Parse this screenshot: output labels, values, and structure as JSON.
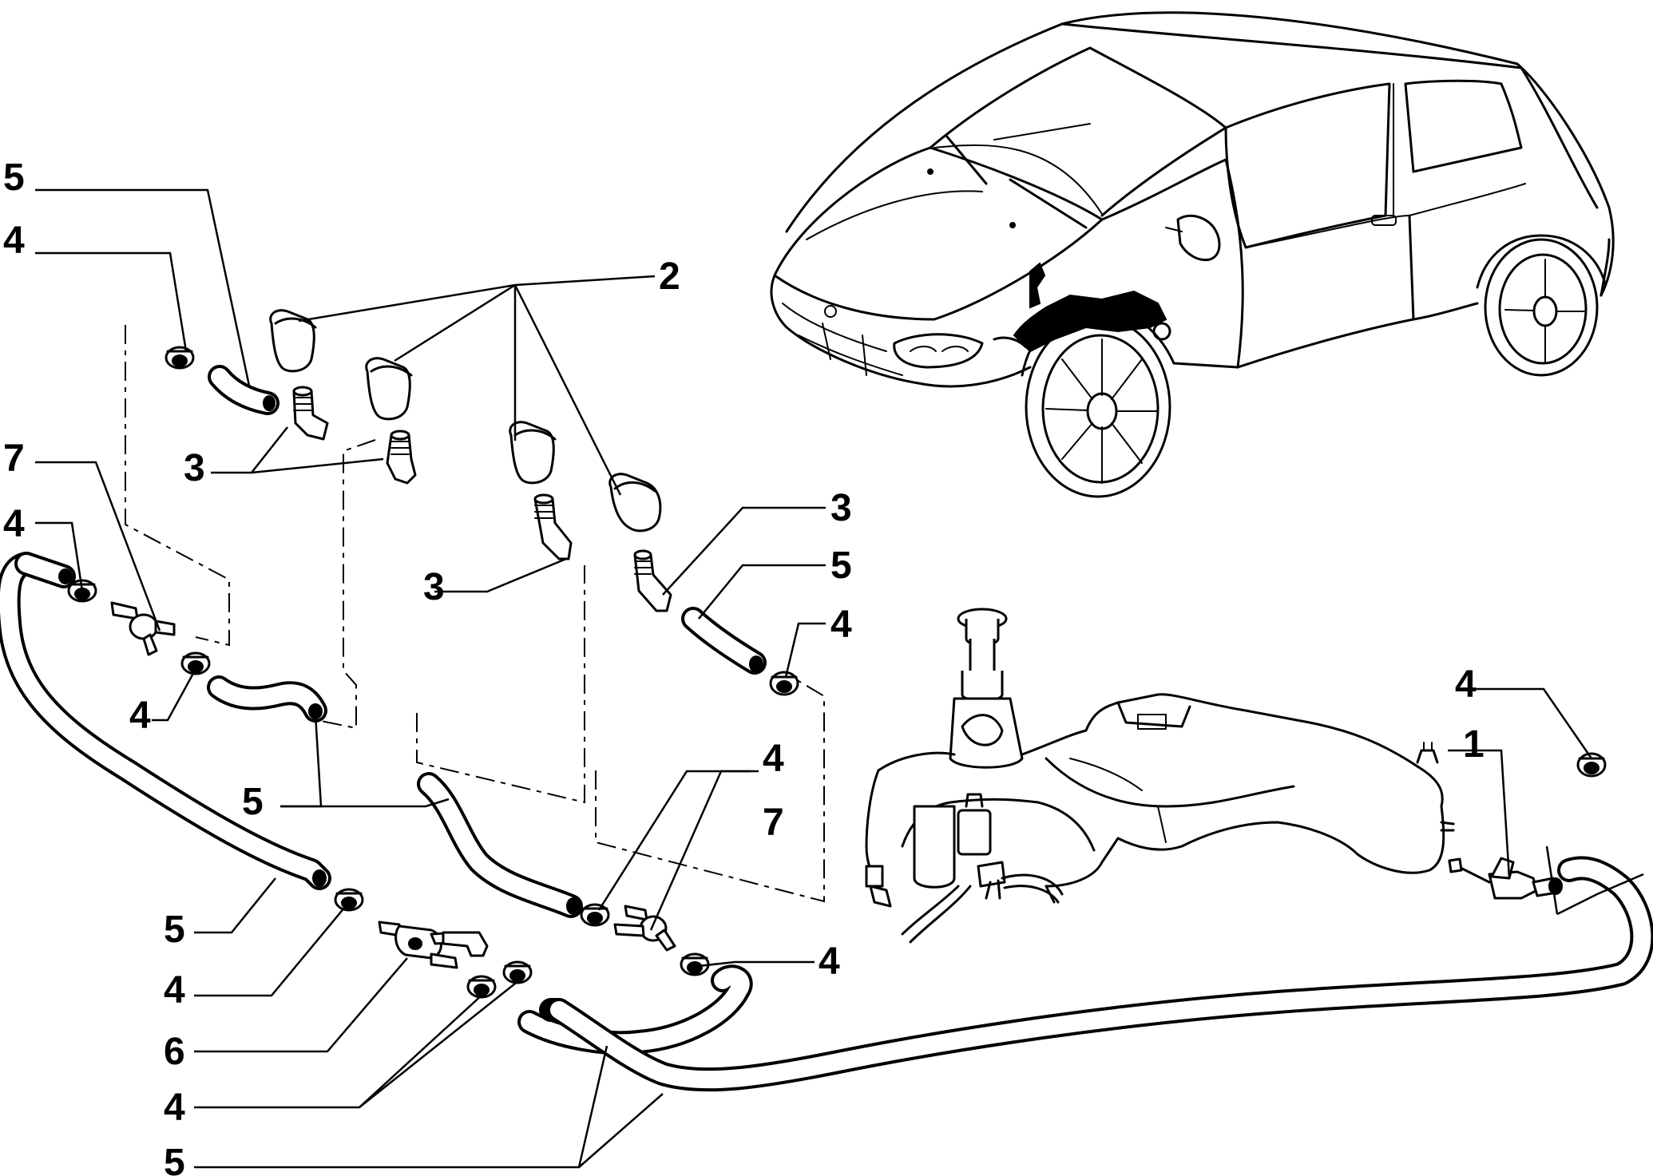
{
  "callouts": [
    {
      "label": "5"
    },
    {
      "label": "4"
    },
    {
      "label": "2"
    },
    {
      "label": "7"
    },
    {
      "label": "3"
    },
    {
      "label": "4"
    },
    {
      "label": "4"
    },
    {
      "label": "3"
    },
    {
      "label": "3"
    },
    {
      "label": "5"
    },
    {
      "label": "4"
    },
    {
      "label": "4"
    },
    {
      "label": "1"
    },
    {
      "label": "4"
    },
    {
      "label": "7"
    },
    {
      "label": "5"
    },
    {
      "label": "5"
    },
    {
      "label": "4"
    },
    {
      "label": "4"
    },
    {
      "label": "6"
    },
    {
      "label": "4"
    },
    {
      "label": "5"
    }
  ]
}
